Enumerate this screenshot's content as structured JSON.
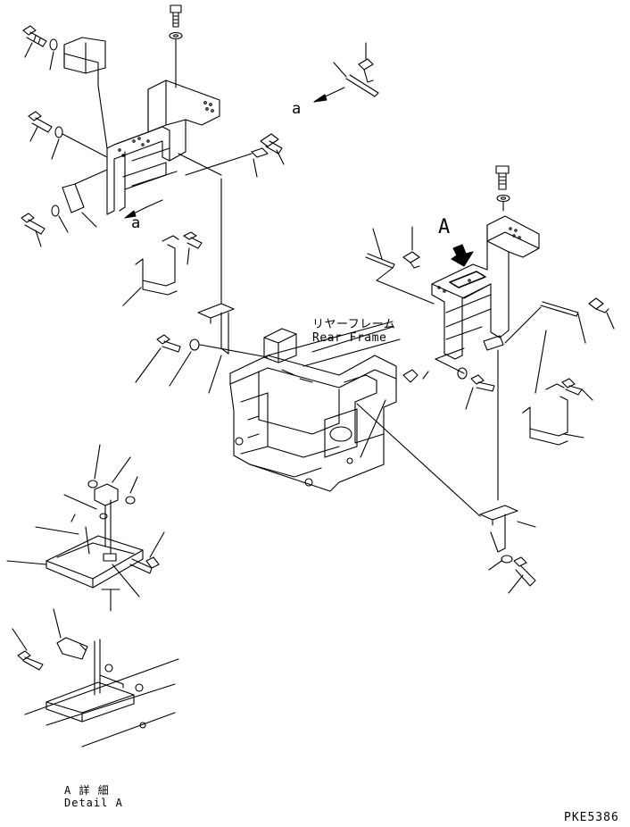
{
  "labels": {
    "view_a_upper": "a",
    "view_a_lower": "a",
    "view_A": "A",
    "rear_frame_jp": "リヤーフレーム",
    "rear_frame_en": "Rear Frame",
    "detail_jp": "A 詳 細",
    "detail_en": "Detail A",
    "drawing_code": "PKE5386"
  },
  "colors": {
    "line": "#000000",
    "background": "#ffffff"
  }
}
